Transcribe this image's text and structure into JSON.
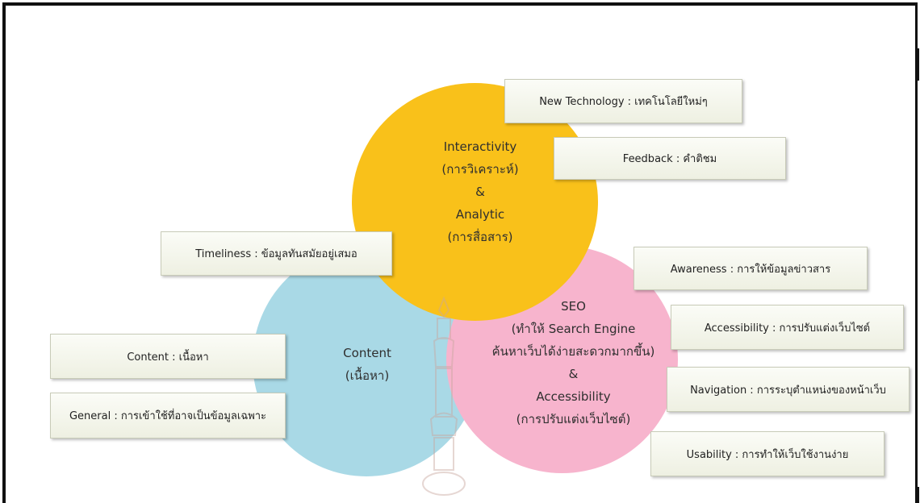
{
  "circles": {
    "interactivity": {
      "line1": "Interactivity",
      "line2": "(การวิเคราะห์)",
      "line3": "&",
      "line4": "Analytic",
      "line5": "(การสื่อสาร)",
      "color": "#f9c11a"
    },
    "content": {
      "line1": "Content",
      "line2": "(เนื้อหา)",
      "color": "#a9d9e6"
    },
    "seo": {
      "line1": "SEO",
      "line2": "(ทำให้ Search Engine",
      "line3": "ค้นหาเว็บได้ง่ายสะดวกมากขึ้น)",
      "line4": "&",
      "line5": "Accessibility",
      "line6": "(การปรับแต่งเว็บไซต์)",
      "color": "#f7b4cd"
    }
  },
  "boxes": {
    "new_technology": "New Technology : เทคโนโลยีใหม่ๆ",
    "feedback": "Feedback : คำติชม",
    "timeliness": "Timeliness : ข้อมูลทันสมัยอยู่เสมอ",
    "awareness": "Awareness : การให้ข้อมูลข่าวสาร",
    "accessibility": "Accessibility : การปรับแต่งเว็บไซต์",
    "content": "Content : เนื้อหา",
    "navigation": "Navigation : การระบุตำแหน่งของหน้าเว็บ",
    "general": "General : การเข้าใช้ที่อาจเป็นข้อมูลเฉพาะ",
    "usability": "Usability : การทำให้เว็บใช้งานง่าย"
  }
}
